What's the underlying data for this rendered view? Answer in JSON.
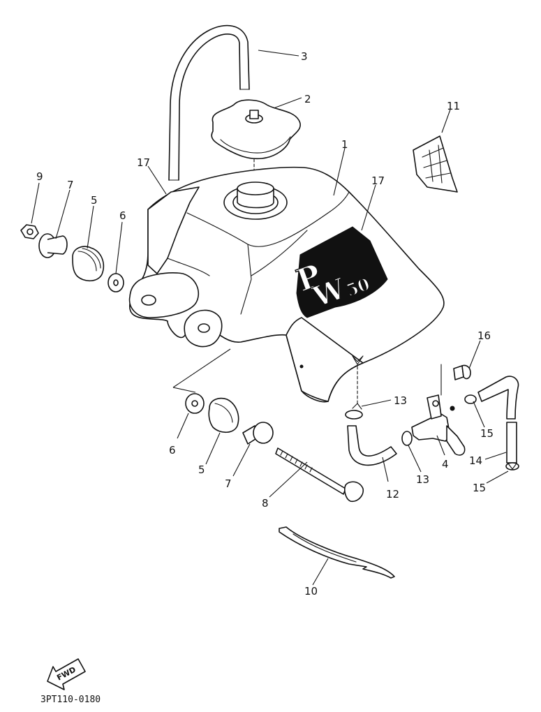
{
  "diagram": {
    "callouts": {
      "c1": "1",
      "c2": "2",
      "c3": "3",
      "c4": "4",
      "c5a": "5",
      "c5b": "5",
      "c6a": "6",
      "c6b": "6",
      "c7a": "7",
      "c7b": "7",
      "c8": "8",
      "c9": "9",
      "c10": "10",
      "c11": "11",
      "c12": "12",
      "c13a": "13",
      "c13b": "13",
      "c14": "14",
      "c15a": "15",
      "c15b": "15",
      "c16": "16",
      "c17a": "17",
      "c17b": "17"
    },
    "tank_logo": {
      "letters_1": "P",
      "letters_2": "W",
      "letters_3": "50"
    },
    "fwd_label": "FWD",
    "drawing_code": "3PT110-0180"
  }
}
